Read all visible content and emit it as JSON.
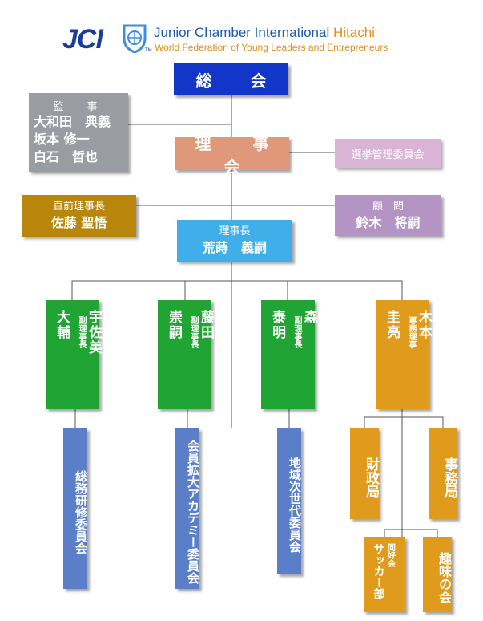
{
  "header": {
    "logo_text": "JCI",
    "logo_tm": "TM",
    "title_main": "Junior Chamber International",
    "title_city": "Hitachi",
    "subtitle": "World Federation of Young Leaders and Entrepreneurs"
  },
  "org": {
    "general_assembly": "総　会",
    "auditors": {
      "title": "監　事",
      "names": [
        "大和田　典義",
        "坂本 修一",
        "白石　哲也"
      ]
    },
    "board": "理　事　会",
    "election_committee": "選挙管理委員会",
    "past_president": {
      "title": "直前理事長",
      "name": "佐藤 聖悟"
    },
    "advisor": {
      "title": "顧　問",
      "name": "鈴木　将嗣"
    },
    "president": {
      "title": "理事長",
      "name": "荒蒔　義嗣"
    },
    "vice_presidents": [
      {
        "name": "宇佐美　大輔",
        "name_display": "宇佐美\n\n大輔",
        "role": "副理事長"
      },
      {
        "name": "藤田　崇嗣",
        "name_display": "藤田\n\n崇嗣",
        "role": "副理事長"
      },
      {
        "name": "森　泰明",
        "name_display": "森\n\n泰明",
        "role": "副理事長"
      }
    ],
    "executive_director": {
      "name": "木本　圭亮",
      "name_display": "木本\n\n圭亮",
      "role": "専務理事"
    },
    "committees": [
      "総務研修委員会",
      "会員拡大アカデミー委員会",
      "地域次世代委員会"
    ],
    "finance": "財政局",
    "secretariat": "事務局",
    "soccer_club": {
      "name": "サッカー部",
      "tag": "同好会"
    },
    "hobby_club": "趣味の会"
  },
  "colors": {
    "general_assembly": "#1236c8",
    "auditor": "#999ca1",
    "board": "#e0987a",
    "election": "#d9b4d6",
    "past_president": "#b8860a",
    "advisor": "#b494c4",
    "president": "#40aee8",
    "vice_president": "#20a434",
    "executive": "#e09a1c",
    "committee": "#5a7ec8"
  }
}
